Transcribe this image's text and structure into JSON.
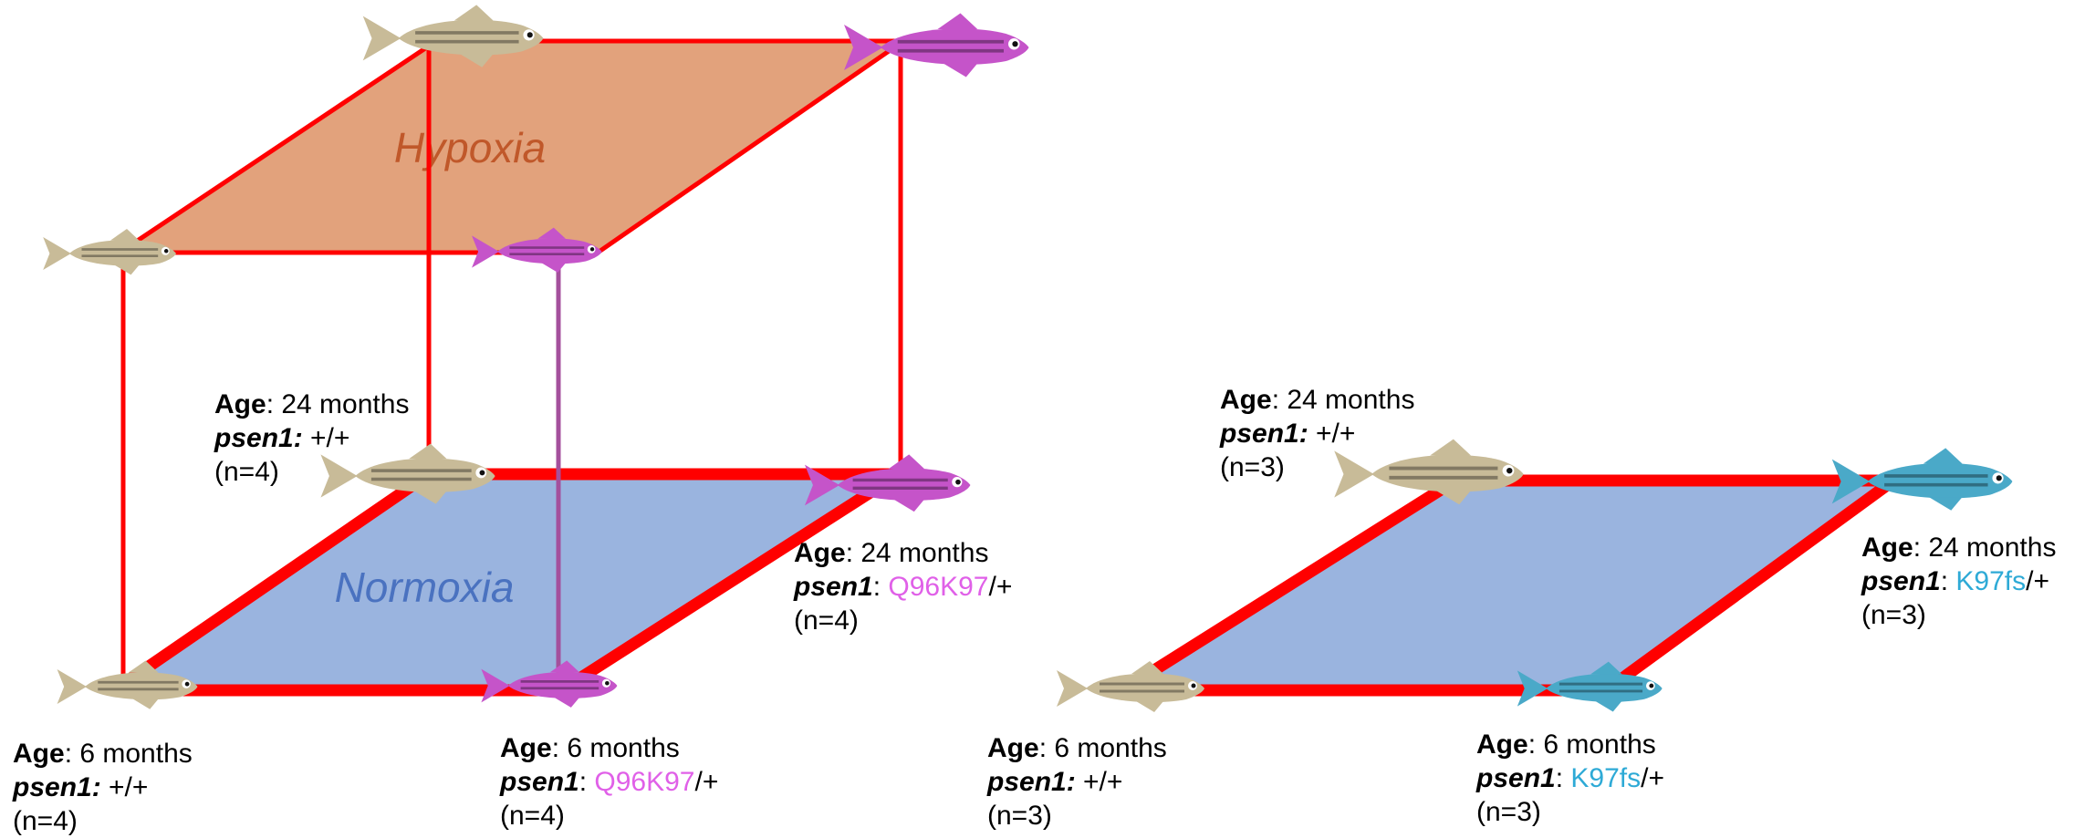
{
  "conditions": {
    "hypoxia": "Hypoxia",
    "normoxia": "Normoxia"
  },
  "colors": {
    "edge": "#ff0000",
    "hypoxia_fill": "#e2a27c",
    "hypoxia_text": "#c0582a",
    "normoxia_fill": "#9ab4df",
    "normoxia_text": "#4a72c0",
    "wild_type_fish": "#c8bb98",
    "q96k97_fish": "#c554c9",
    "q96k97_text": "#e060e8",
    "k97fs_fish": "#4aa9c8",
    "k97fs_text": "#2eaad6"
  },
  "labels": {
    "left_old_wt": {
      "age_key": "Age",
      "age": ": 24 months",
      "gene": "psen1:",
      "genotype": " +/+",
      "mutation": "",
      "suffix": "",
      "n": "(n=4)"
    },
    "left_old_mut": {
      "age_key": "Age",
      "age": ": 24 months",
      "gene": "psen1",
      "genotype": ": ",
      "mutation": "Q96K97",
      "suffix": "/+",
      "n": "(n=4)"
    },
    "left_young_wt": {
      "age_key": "Age",
      "age": ": 6 months",
      "gene": "psen1:",
      "genotype": " +/+",
      "mutation": "",
      "suffix": "",
      "n": "(n=4)"
    },
    "left_young_mut": {
      "age_key": "Age",
      "age": ": 6 months",
      "gene": "psen1",
      "genotype": ": ",
      "mutation": "Q96K97",
      "suffix": "/+",
      "n": "(n=4)"
    },
    "right_old_wt": {
      "age_key": "Age",
      "age": ": 24 months",
      "gene": "psen1:",
      "genotype": " +/+",
      "mutation": "",
      "suffix": "",
      "n": "(n=3)"
    },
    "right_old_mut": {
      "age_key": "Age",
      "age": ": 24 months",
      "gene": "psen1",
      "genotype": ": ",
      "mutation": "K97fs",
      "suffix": "/+",
      "n": "(n=3)"
    },
    "right_young_wt": {
      "age_key": "Age",
      "age": ": 6 months",
      "gene": "psen1:",
      "genotype": " +/+",
      "mutation": "",
      "suffix": "",
      "n": "(n=3)"
    },
    "right_young_mut": {
      "age_key": "Age",
      "age": ": 6 months",
      "gene": "psen1",
      "genotype": ": ",
      "mutation": "K97fs",
      "suffix": "/+",
      "n": "(n=3)"
    }
  }
}
